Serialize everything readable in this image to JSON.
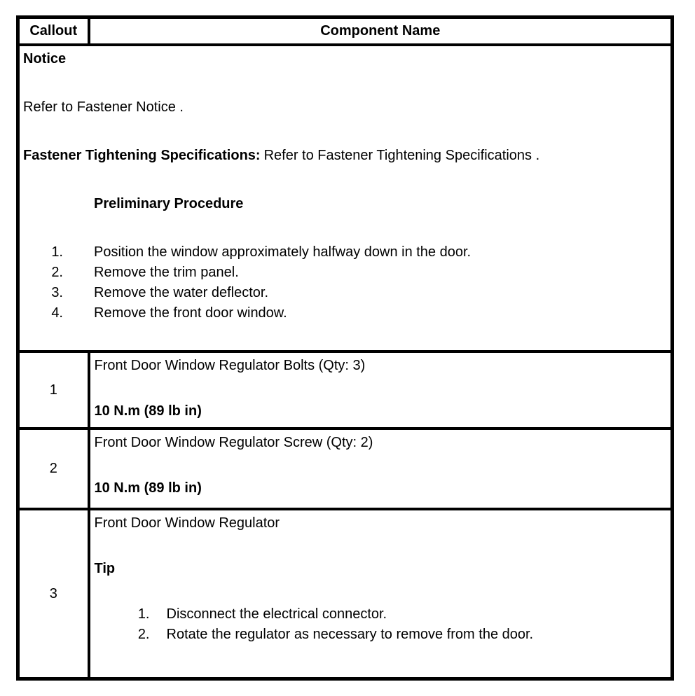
{
  "colors": {
    "background": "#ffffff",
    "text": "#000000",
    "border": "#000000"
  },
  "table": {
    "header": {
      "callout": "Callout",
      "component": "Component Name"
    },
    "notice": {
      "title": "Notice",
      "refer_text": "Refer to Fastener Notice .",
      "spec_label": "Fastener Tightening Specifications:",
      "spec_text": "Refer to Fastener Tightening Specifications .",
      "preliminary_title": "Preliminary Procedure",
      "steps": [
        {
          "num": "1.",
          "text": "Position the window approximately halfway down in the door."
        },
        {
          "num": "2.",
          "text": "Remove the trim panel."
        },
        {
          "num": "3.",
          "text": "Remove the water deflector."
        },
        {
          "num": "4.",
          "text": "Remove the front door window."
        }
      ]
    },
    "rows": [
      {
        "callout": "1",
        "name": "Front Door Window Regulator Bolts (Qty: 3)",
        "torque": "10 N.m (89 lb in)"
      },
      {
        "callout": "2",
        "name": "Front Door Window Regulator Screw (Qty: 2)",
        "torque": "10 N.m (89 lb in)"
      },
      {
        "callout": "3",
        "name": "Front Door Window Regulator",
        "tip_label": "Tip",
        "tip_steps": [
          {
            "num": "1.",
            "text": "Disconnect the electrical connector."
          },
          {
            "num": "2.",
            "text": "Rotate the regulator as necessary to remove from the door."
          }
        ]
      }
    ]
  }
}
